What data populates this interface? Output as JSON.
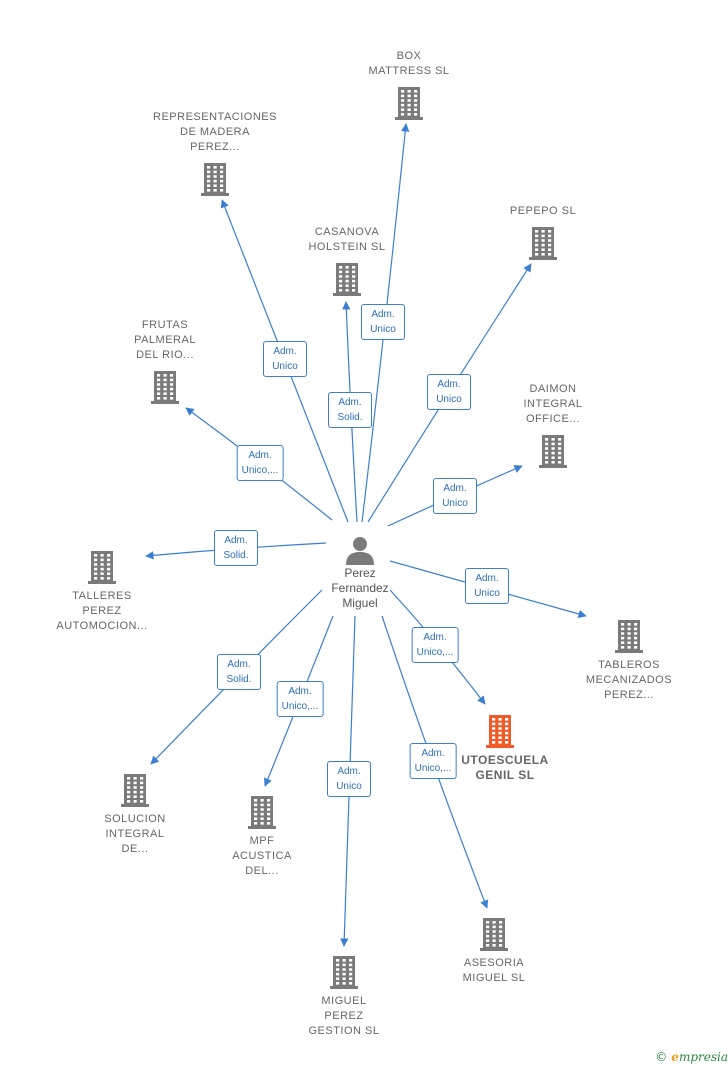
{
  "center": {
    "name": "Perez\nFernandez\nMiguel",
    "icon": "person-icon"
  },
  "colors": {
    "edge": "#3a7fd0",
    "building": "#7a7a7a",
    "highlight": "#f05a28",
    "label_text": "#666666"
  },
  "nodes": [
    {
      "id": "box-mattress",
      "label": "BOX\nMATTRESS  SL",
      "icon": "building-icon",
      "highlight": false
    },
    {
      "id": "representaciones",
      "label": "REPRESENTACIONES\nDE MADERA\nPEREZ...",
      "icon": "building-icon",
      "highlight": false
    },
    {
      "id": "casanova",
      "label": "CASANOVA\nHOLSTEIN  SL",
      "icon": "building-icon",
      "highlight": false
    },
    {
      "id": "pepepo",
      "label": "PEPEPO SL",
      "icon": "building-icon",
      "highlight": false
    },
    {
      "id": "frutas",
      "label": "FRUTAS\nPALMERAL\nDEL RIO...",
      "icon": "building-icon",
      "highlight": false
    },
    {
      "id": "daimon",
      "label": "DAIMON\nINTEGRAL\nOFFICE...",
      "icon": "building-icon",
      "highlight": false
    },
    {
      "id": "talleres",
      "label": "TALLERES\nPEREZ\nAUTOMOCION...",
      "icon": "building-icon",
      "highlight": false
    },
    {
      "id": "tableros",
      "label": "TABLEROS\nMECANIZADOS\nPEREZ...",
      "icon": "building-icon",
      "highlight": false
    },
    {
      "id": "autoescuela",
      "label": "UTOESCUELA\nGENIL  SL",
      "icon": "building-icon",
      "highlight": true
    },
    {
      "id": "solucion",
      "label": "SOLUCION\nINTEGRAL\nDE...",
      "icon": "building-icon",
      "highlight": false
    },
    {
      "id": "mpf",
      "label": "MPF\nACUSTICA\nDEL...",
      "icon": "building-icon",
      "highlight": false
    },
    {
      "id": "asesoria",
      "label": "ASESORIA\nMIGUEL  SL",
      "icon": "building-icon",
      "highlight": false
    },
    {
      "id": "miguel-perez",
      "label": "MIGUEL\nPEREZ\nGESTION SL",
      "icon": "building-icon",
      "highlight": false
    }
  ],
  "edges": [
    {
      "to": "box-mattress",
      "label": "Adm.\nUnico"
    },
    {
      "to": "representaciones",
      "label": "Adm.\nUnico"
    },
    {
      "to": "casanova",
      "label": "Adm.\nSolid."
    },
    {
      "to": "pepepo",
      "label": "Adm.\nUnico"
    },
    {
      "to": "frutas",
      "label": "Adm.\nUnico,..."
    },
    {
      "to": "daimon",
      "label": "Adm.\nUnico"
    },
    {
      "to": "talleres",
      "label": "Adm.\nSolid."
    },
    {
      "to": "tableros",
      "label": "Adm.\nUnico"
    },
    {
      "to": "autoescuela",
      "label": "Adm.\nUnico,..."
    },
    {
      "to": "solucion",
      "label": "Adm.\nSolid."
    },
    {
      "to": "mpf",
      "label": "Adm.\nUnico,..."
    },
    {
      "to": "asesoria",
      "label": "Adm.\nUnico,..."
    },
    {
      "to": "miguel-perez",
      "label": "Adm.\nUnico"
    }
  ],
  "footer": {
    "copyright": "©",
    "brand_initial": "e",
    "brand_rest": "mpresia"
  }
}
